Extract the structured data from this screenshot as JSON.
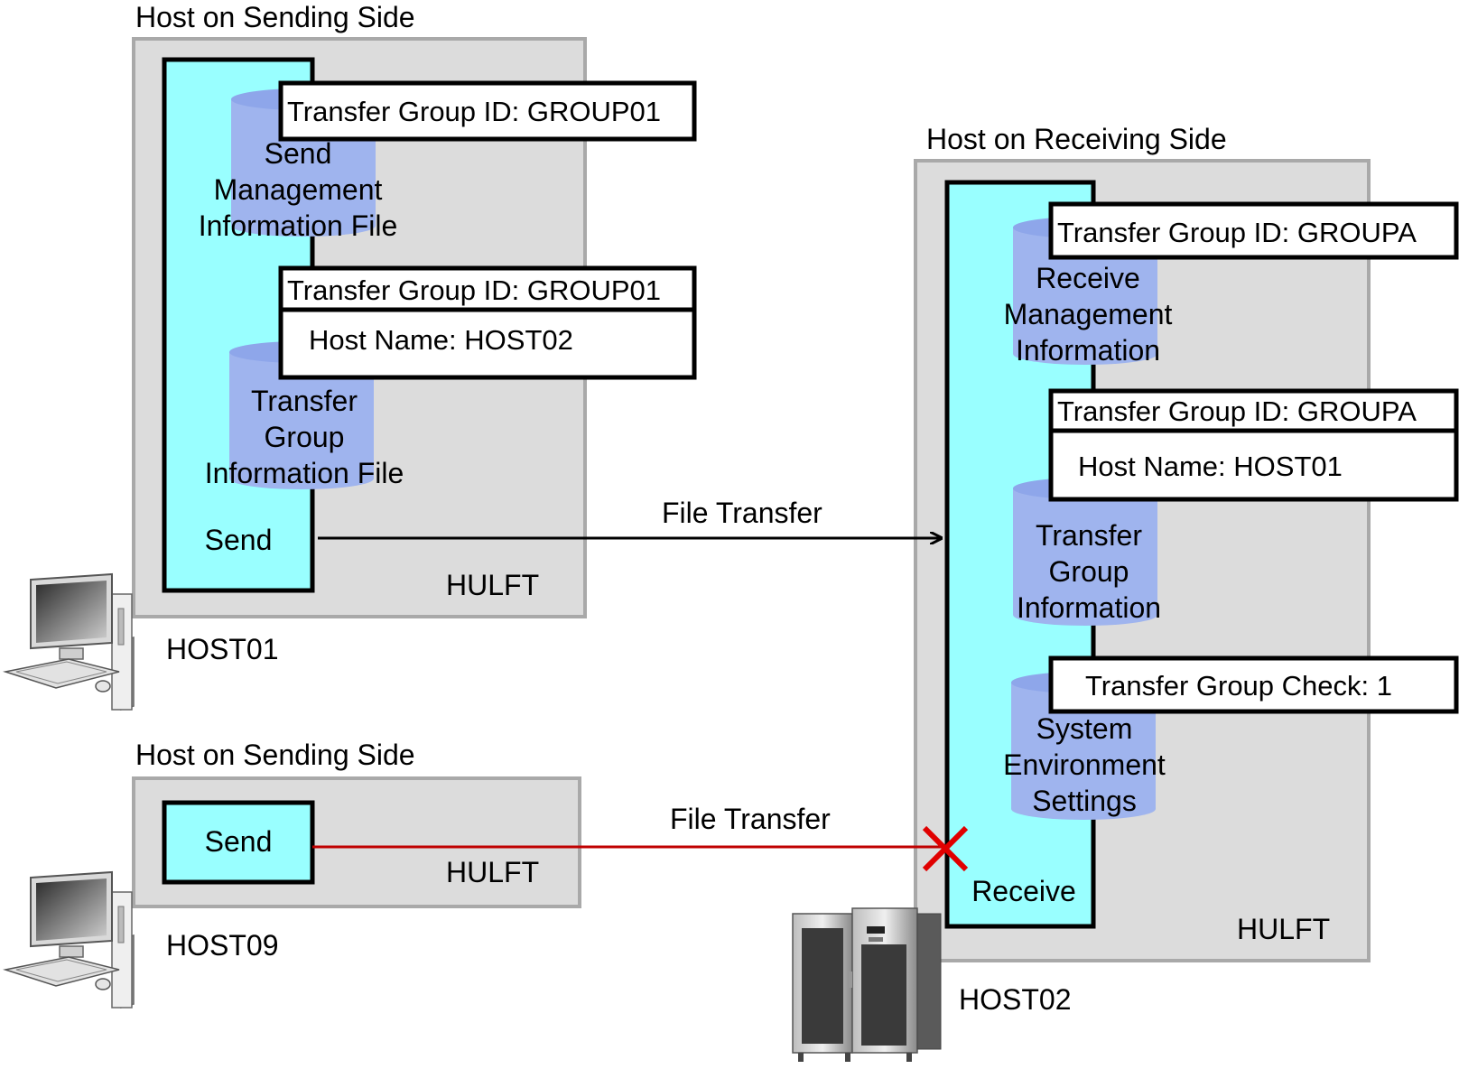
{
  "sending_host_1": {
    "side_label": "Host on Sending Side",
    "platform_label": "HULFT",
    "host_name": "HOST01",
    "process_label": "Send",
    "send_mgmt_file": {
      "lines": [
        "Send",
        "Management",
        "Information File"
      ]
    },
    "send_mgmt_tag": "Transfer Group ID: GROUP01",
    "transfer_group_file": {
      "lines": [
        "Transfer",
        "Group",
        "Information File"
      ]
    },
    "transfer_group_tag": {
      "group_id": "Transfer Group ID: GROUP01",
      "host_name": "Host Name: HOST02"
    }
  },
  "sending_host_2": {
    "side_label": "Host on Sending Side",
    "platform_label": "HULFT",
    "host_name": "HOST09",
    "process_label": "Send"
  },
  "receiving_host": {
    "side_label": "Host on Receiving Side",
    "platform_label": "HULFT",
    "host_name": "HOST02",
    "process_label": "Receive",
    "recv_mgmt_file": {
      "lines": [
        "Receive",
        "Management",
        "Information"
      ]
    },
    "recv_mgmt_tag": "Transfer Group ID: GROUPA",
    "transfer_group_file": {
      "lines": [
        "Transfer",
        "Group",
        "Information"
      ]
    },
    "transfer_group_tag": {
      "group_id": "Transfer Group ID: GROUPA",
      "host_name": "Host Name: HOST01"
    },
    "sys_env_file": {
      "lines": [
        "System",
        "Environment",
        "Settings"
      ]
    },
    "sys_env_tag": "Transfer Group Check: 1"
  },
  "transfers": [
    {
      "label": "File Transfer",
      "status": "success",
      "color": "#000000"
    },
    {
      "label": "File Transfer",
      "status": "rejected",
      "color": "#c00000"
    }
  ]
}
